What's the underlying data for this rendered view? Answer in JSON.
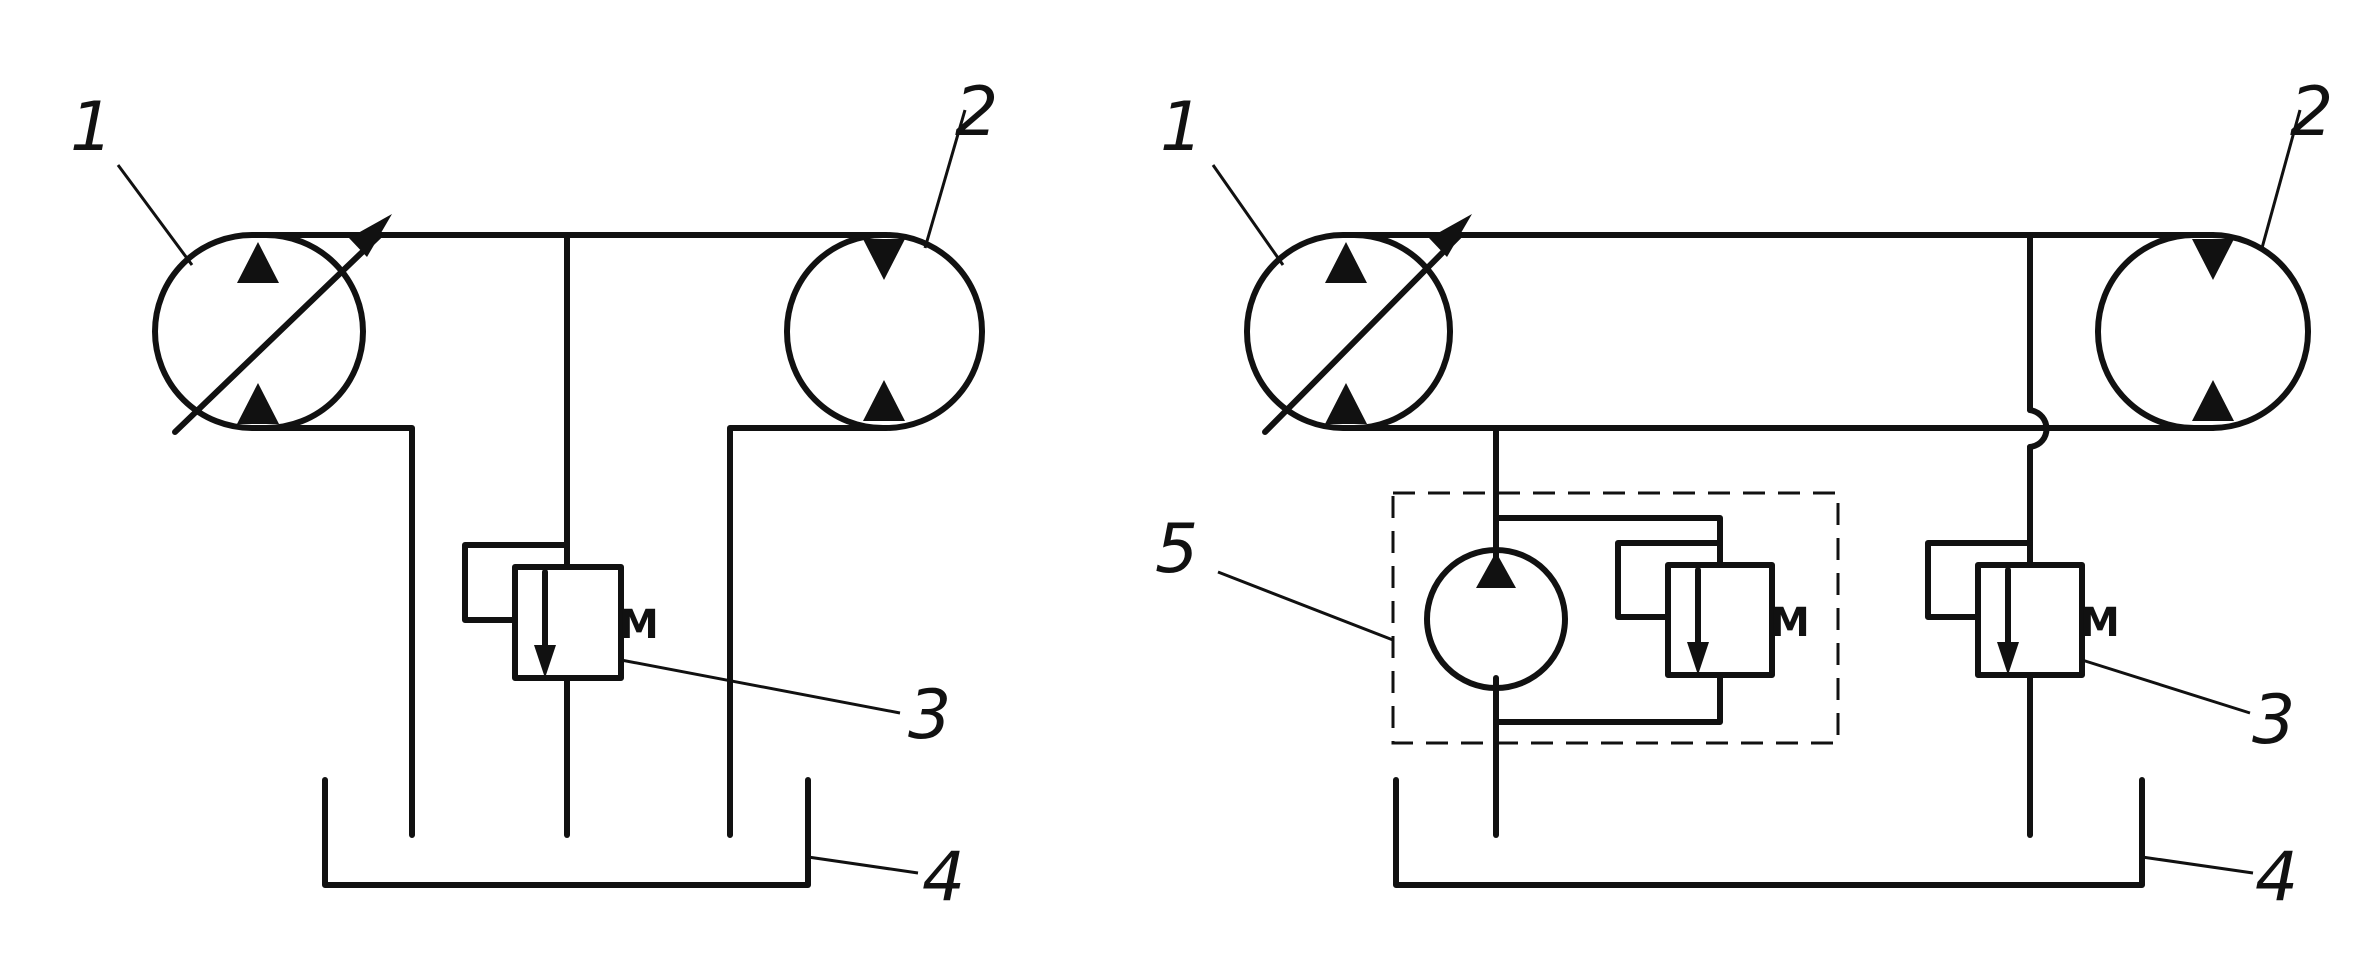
{
  "left_scheme": {
    "labels": {
      "pump": "1",
      "motor": "2",
      "relief_valve": "3",
      "tank": "4"
    },
    "valve_mark": "M"
  },
  "right_scheme": {
    "labels": {
      "pump": "1",
      "motor": "2",
      "relief_valve": "3",
      "tank": "4",
      "charge_unit": "5"
    },
    "valve_mark": "M"
  }
}
